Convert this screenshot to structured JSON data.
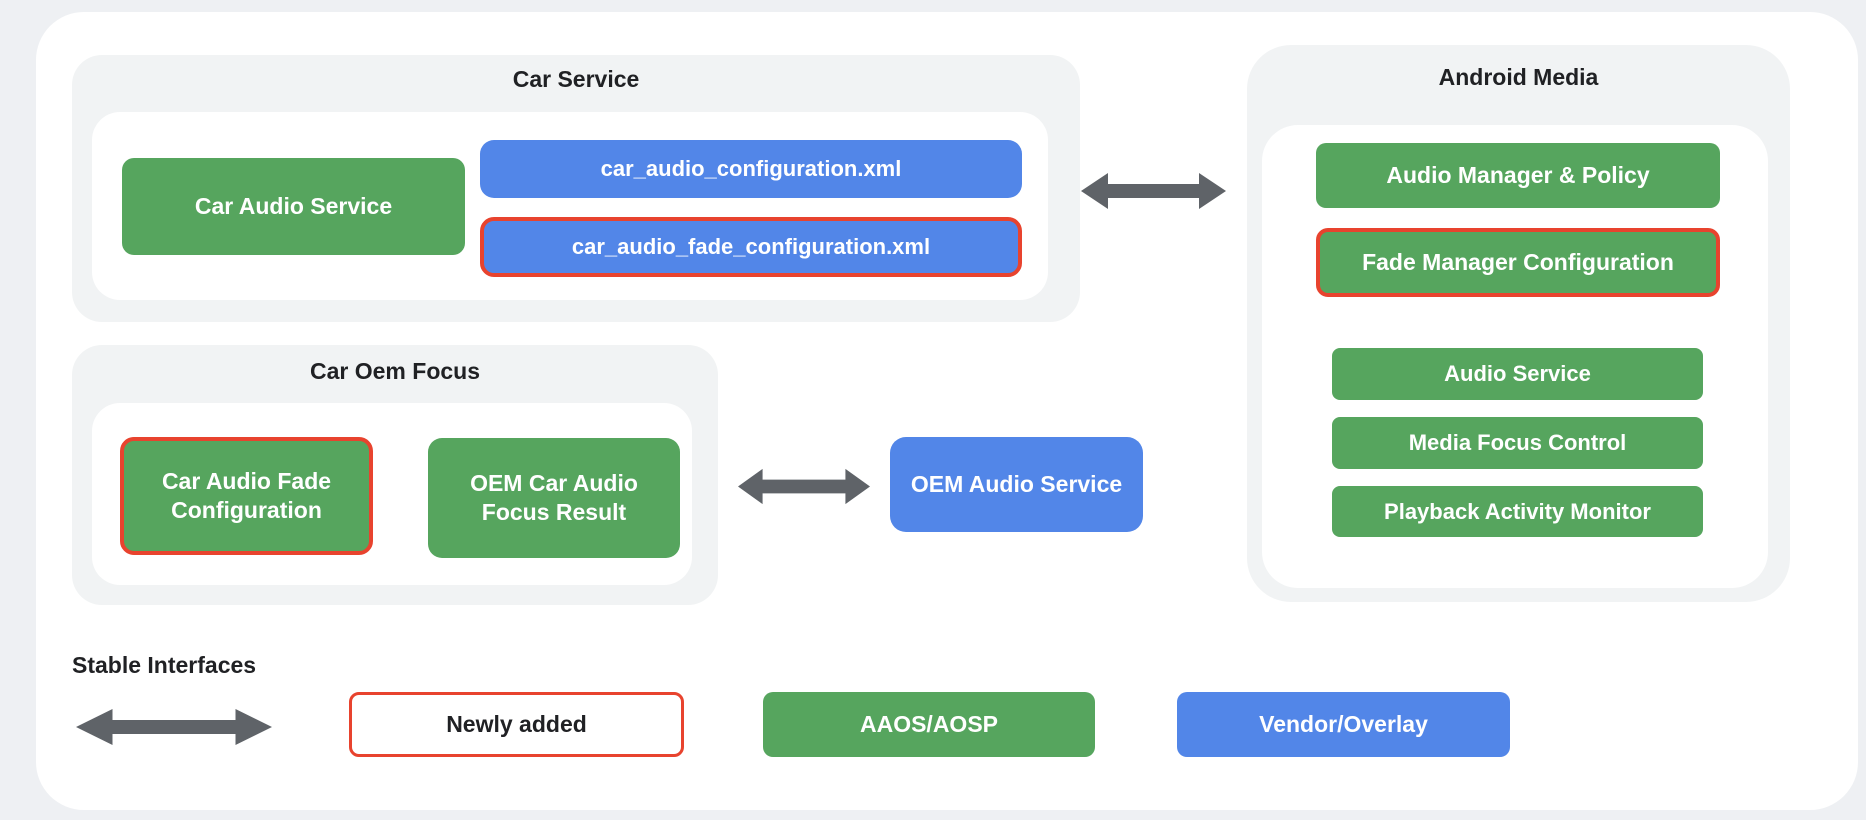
{
  "colors": {
    "page_bg": "#eef0f3",
    "card_bg": "#ffffff",
    "section_bg": "#f1f3f4",
    "aaos_green": "#56a55e",
    "vendor_blue": "#5286e8",
    "newly_added_red": "#e8432e",
    "arrow_gray": "#5f6368",
    "title_text": "#202124"
  },
  "sections": {
    "car_service": {
      "title": "Car Service",
      "car_audio_service": "Car Audio Service",
      "config_xml": "car_audio_configuration.xml",
      "fade_config_xml": "car_audio_fade_configuration.xml"
    },
    "android_media": {
      "title": "Android Media",
      "audio_manager_policy": "Audio Manager & Policy",
      "fade_manager_configuration": "Fade Manager Configuration",
      "audio_service": "Audio Service",
      "media_focus_control": "Media Focus Control",
      "playback_activity_monitor": "Playback Activity Monitor"
    },
    "car_oem_focus": {
      "title": "Car Oem Focus",
      "car_audio_fade_configuration": "Car Audio Fade Configuration",
      "oem_car_audio_focus_result": "OEM Car Audio Focus Result"
    },
    "oem_audio_service": "OEM Audio Service"
  },
  "legend": {
    "stable_interfaces": "Stable Interfaces",
    "newly_added": "Newly added",
    "aaos_aosp": "AAOS/AOSP",
    "vendor_overlay": "Vendor/Overlay"
  },
  "icons": {
    "bidirectional_arrow": "double-headed horizontal arrow"
  }
}
